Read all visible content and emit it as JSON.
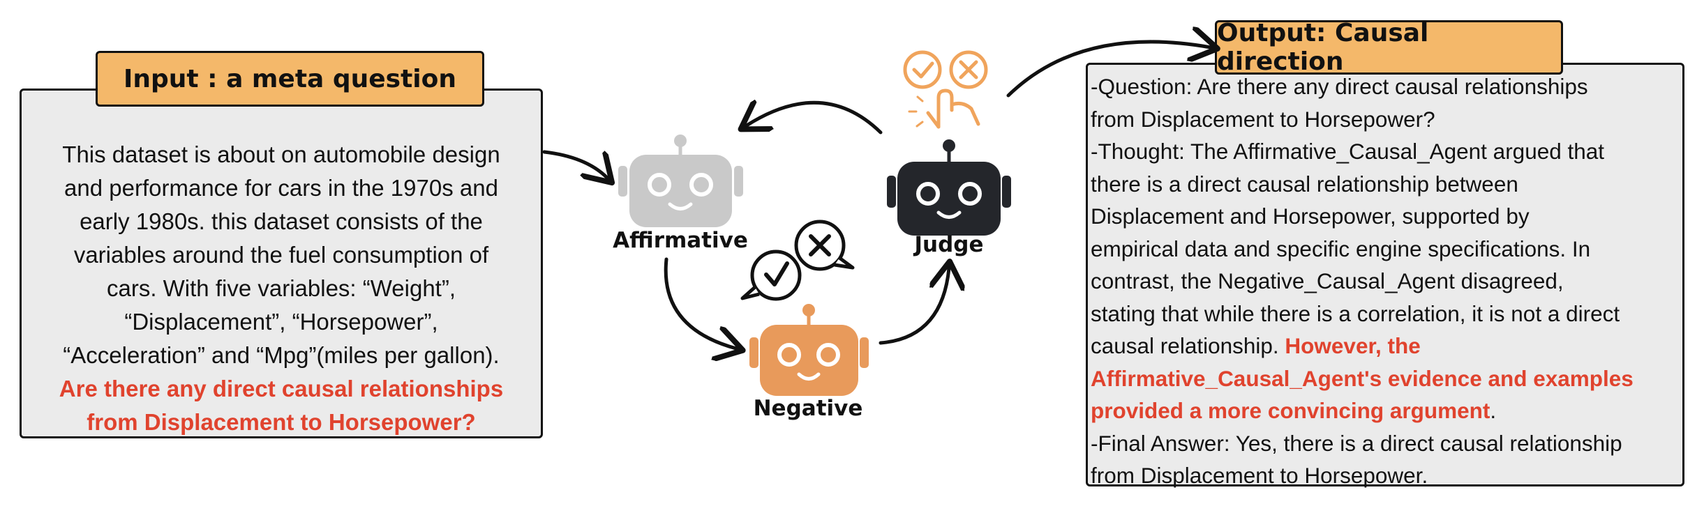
{
  "input": {
    "title": "Input : a meta question",
    "lines": [
      "This dataset is about on automobile design",
      "and performance for cars in the 1970s and",
      "early 1980s. this dataset consists of the",
      "variables around the fuel consumption of",
      "cars.  With five variables: “Weight”,",
      "“Displacement”, “Horsepower”,",
      "“Acceleration” and “Mpg”(miles per gallon)."
    ],
    "question_lines": [
      "Are there any direct causal relationships",
      "from Displacement to Horsepower?"
    ]
  },
  "agents": {
    "affirmative": "Affirmative",
    "negative": "Negative",
    "judge": "Judge"
  },
  "output": {
    "title": "Output: Causal direction",
    "lines": [
      "-Question: Are there any direct causal relationships",
      "from Displacement to Horsepower?",
      "-Thought: The Affirmative_Causal_Agent argued that",
      "there is a direct causal relationship between",
      "Displacement and Horsepower, supported by",
      "empirical data and specific engine specifications. In",
      "contrast, the Negative_Causal_Agent disagreed,",
      "stating that while there is a correlation, it is not a direct"
    ],
    "line9_prefix": "causal relationship. ",
    "line9_red": "However, the",
    "red_lines": [
      "Affirmative_Causal_Agent's evidence and examples"
    ],
    "line11_red": "provided a more convincing argument",
    "line11_suffix": ".",
    "final_lines": [
      "-Final Answer: Yes, there is a direct causal relationship",
      "from Displacement to Horsepower."
    ]
  },
  "colors": {
    "tag": "#f4b86a",
    "panel": "#ebebeb",
    "red": "#e0432e",
    "robot_gray": "#c9c9c9",
    "robot_orange": "#e89a5b",
    "robot_dark": "#24262b",
    "judge_icon": "#f0a45c"
  },
  "icons": [
    "check-mark-icon",
    "cross-mark-icon",
    "robot-icon",
    "approve-reject-hand-icon"
  ]
}
